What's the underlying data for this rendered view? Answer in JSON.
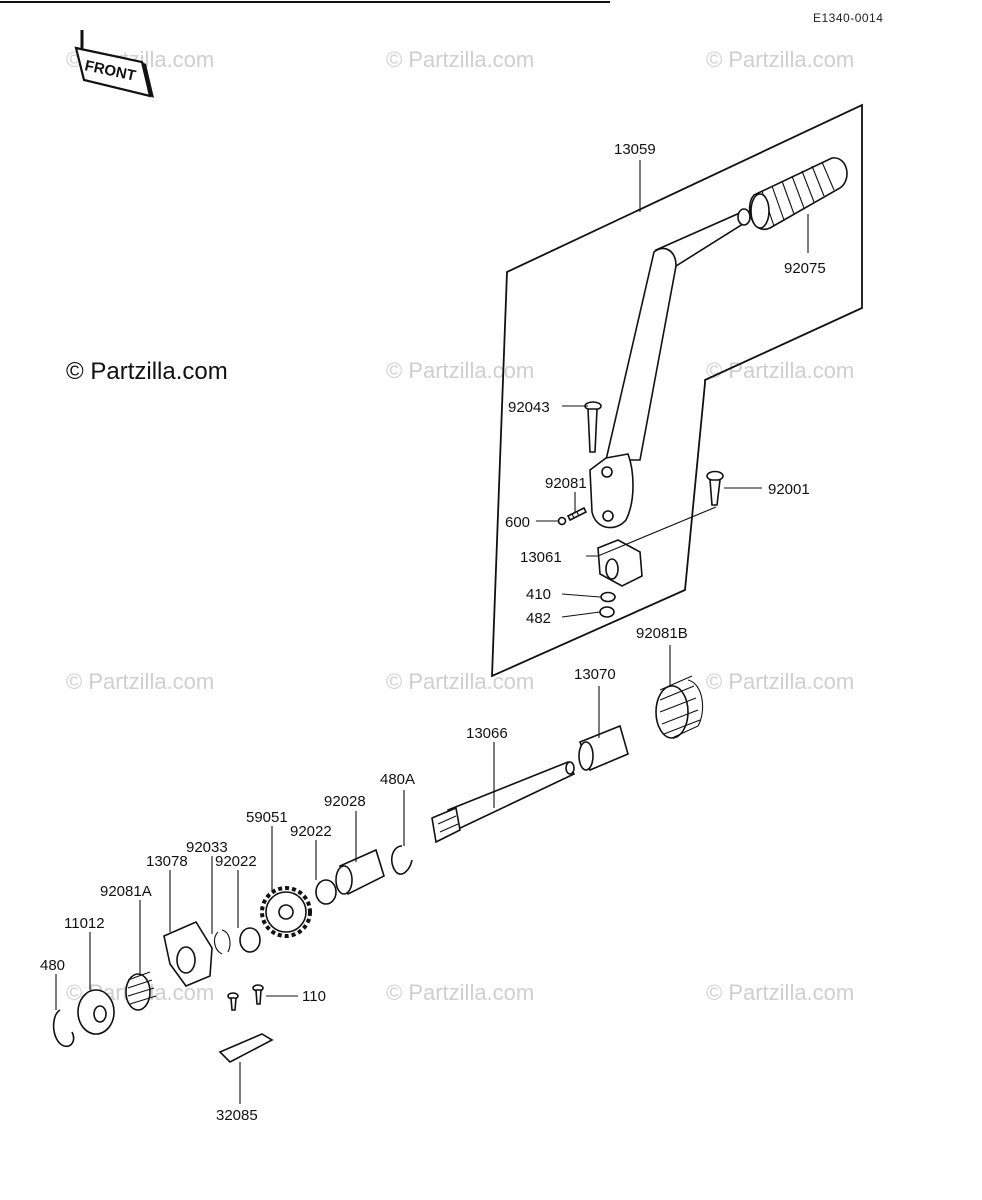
{
  "header": {
    "diagram_code": "E1340-0014"
  },
  "front_sign": {
    "label": "FRONT"
  },
  "watermark": {
    "text": "© Partzilla.com",
    "main_text": "© Partzilla.com"
  },
  "parts": {
    "p13059": "13059",
    "p92075": "92075",
    "p92043": "92043",
    "p92081": "92081",
    "p600": "600",
    "p92001": "92001",
    "p13061": "13061",
    "p410": "410",
    "p482": "482",
    "p92081B": "92081B",
    "p13070": "13070",
    "p13066": "13066",
    "p480A": "480A",
    "p92028": "92028",
    "p92022a": "92022",
    "p59051": "59051",
    "p92033": "92033",
    "p92022b": "92022",
    "p13078": "13078",
    "p92081A": "92081A",
    "p11012": "11012",
    "p480": "480",
    "p110": "110",
    "p32085": "32085"
  }
}
